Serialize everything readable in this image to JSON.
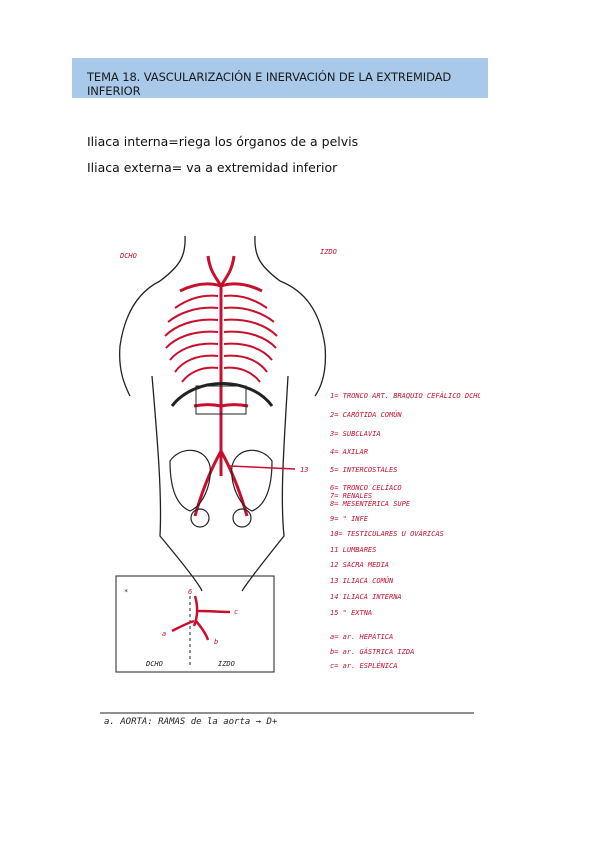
{
  "header": {
    "title": "TEMA 18. VASCULARIZACIÓN E INERVACIÓN DE LA EXTREMIDAD INFERIOR"
  },
  "content": {
    "lines": [
      "Iliaca interna=riega los órganos de a pelvis",
      "Iliaca externa= va a extremidad inferior"
    ]
  },
  "figure": {
    "side_labels": {
      "right_side": "DCHO",
      "left_side": "IZDO"
    },
    "callout": "13",
    "legend": [
      "1= TRONCO ART. BRAQUIO CEFÁLICO DCHO",
      "2= CARÓTIDA COMÚN",
      "3= SUBCLAVIA",
      "4= AXILAR",
      "5= INTERCOSTALES",
      "6= TRONCO CELÍACO",
      "7= RENALES",
      "8= MESENTÉRICA SUPE",
      "9= \" INFE",
      "10= TESTICULARES U OVÁRICAS",
      "11 LUMBARES",
      "12 SACRA MEDIA",
      "13 ILIACA COMÚN",
      "14 ILIACA INTERNA",
      "15 \" EXTNA"
    ],
    "inset_legend": [
      "a= ar. HEPÁTICA",
      "b= ar. GÁSTRICA IZDA",
      "c= ar. ESPLÉNICA"
    ],
    "inset": {
      "marker": "*",
      "labels": [
        "a",
        "b",
        "c",
        "6"
      ],
      "bottom_left": "DCHO",
      "bottom_right": "IZDO"
    },
    "footer_note": "a. AORTA: RAMAS de la aorta → D+"
  },
  "colors": {
    "header_bg": "#a8c9ea",
    "artery": "#c8102e",
    "sketch": "#222222"
  }
}
